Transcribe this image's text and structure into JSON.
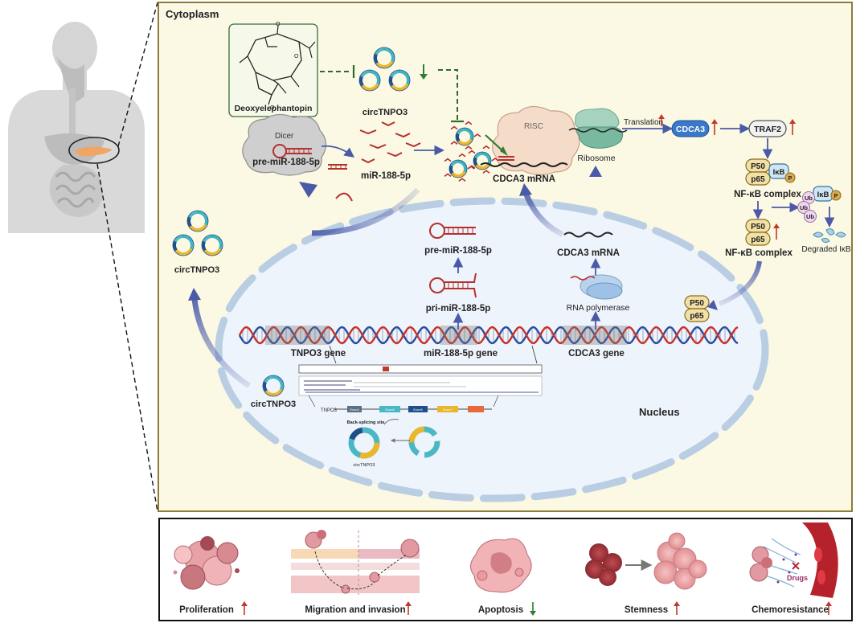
{
  "colors": {
    "cytoplasm_bg": "#fbf8e4",
    "cytoplasm_border": "#8c7b3a",
    "nucleus_fill": "#eef4fb",
    "nucleus_dash": "#b9cde3",
    "pathway_arrow": "#4a5aa8",
    "up_arrow": "#c0392b",
    "down_arrow": "#2e7d32",
    "inhibit": "#2e6b2e",
    "mirna": "#b5302e",
    "cdca3_badge": "#3a78c9",
    "protein_fill": "#f2e0a6",
    "protein_stroke": "#8a6d1e"
  },
  "labels": {
    "cytoplasm": "Cytoplasm",
    "nucleus": "Nucleus",
    "deoxyelephantopin": "Deoxyelephantopin",
    "circtnpo3_top": "circTNPO3",
    "circtnpo3_left": "circTNPO3",
    "circtnpo3_nucleus": "circTNPO3",
    "dicer": "Dicer",
    "pre_mir_cyto": "pre-miR-188-5p",
    "mir_188": "miR-188-5p",
    "risc": "RISC",
    "cdca3_mrna_cyto": "CDCA3 mRNA",
    "ribosome": "Ribosome",
    "translation": "Translation",
    "cdca3": "CDCA3",
    "traf2": "TRAF2",
    "p50": "P50",
    "p65": "p65",
    "ikb": "IκB",
    "p": "P",
    "ub": "Ub",
    "nfkb_complex_1": "NF-κB complex",
    "nfkb_complex_2": "NF-κB complex",
    "degraded_ikb": "Degraded IκB",
    "pre_mir_nuc": "pre-miR-188-5p",
    "pri_mir": "pri-miR-188-5p",
    "cdca3_mrna_nuc": "CDCA3 mRNA",
    "rna_polymerase": "RNA polymerase",
    "tnpo3_gene": "TNPO3 gene",
    "mir_gene": "miR-188-5p gene",
    "cdca3_gene": "CDCA3 gene",
    "back_splicing": "Back-splicing site",
    "circtnpo3_small": "circTNPO3",
    "tnpo3_small": "TNPO3",
    "exon4": "Exon4",
    "exon5": "Exon5",
    "exon6": "Exon6",
    "exon7": "Exon7"
  },
  "phenotypes": [
    {
      "label": "Proliferation",
      "direction": "up"
    },
    {
      "label": "Migration and invasion",
      "direction": "up"
    },
    {
      "label": "Apoptosis",
      "direction": "down"
    },
    {
      "label": "Stemness",
      "direction": "up"
    },
    {
      "label": "Chemoresistance",
      "direction": "up"
    }
  ],
  "drugs_label": "Drugs"
}
